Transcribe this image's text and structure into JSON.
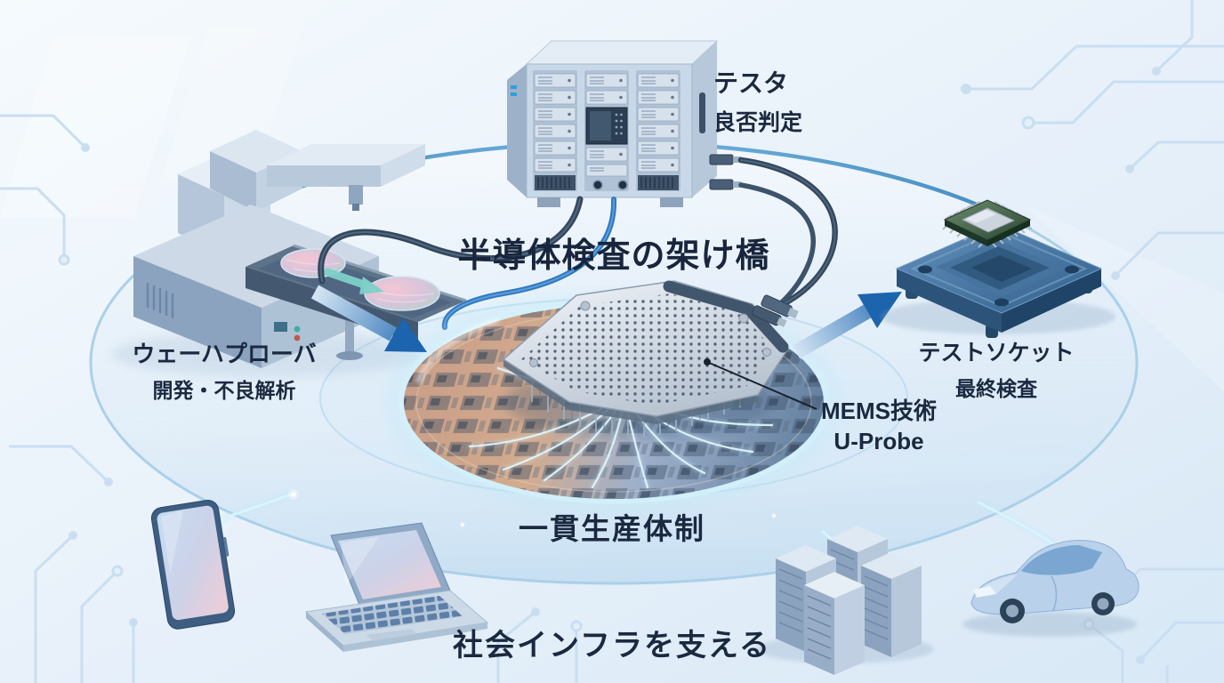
{
  "labels": {
    "title": "半導体検査の架け橋",
    "tester_name": "テスタ",
    "tester_role": "良否判定",
    "prober_name": "ウェーハプローバ",
    "prober_role": "開発・不良解析",
    "socket_name": "テストソケット",
    "socket_role": "最終検査",
    "probe_tech": "MEMS技術",
    "probe_product": "U-Probe",
    "band_production": "一貫生産体制",
    "band_infrastructure": "社会インフラを支える"
  },
  "illustrations": [
    "tester-machine-icon",
    "wafer-prober-icon",
    "test-socket-icon",
    "wafer-icon",
    "probe-card-icon",
    "smartphone-icon",
    "laptop-icon",
    "server-cluster-icon",
    "car-icon",
    "flow-ellipse",
    "circuit-traces"
  ],
  "colors": {
    "background": "#e9f2fa",
    "text": "#1b2940",
    "arrow_blue": "#1c64ae",
    "ring_stroke": "#5fa6d4",
    "glow_cyan": "#bfeaf8",
    "cable_dark": "#33475d",
    "cable_blue": "#2f79c2"
  }
}
